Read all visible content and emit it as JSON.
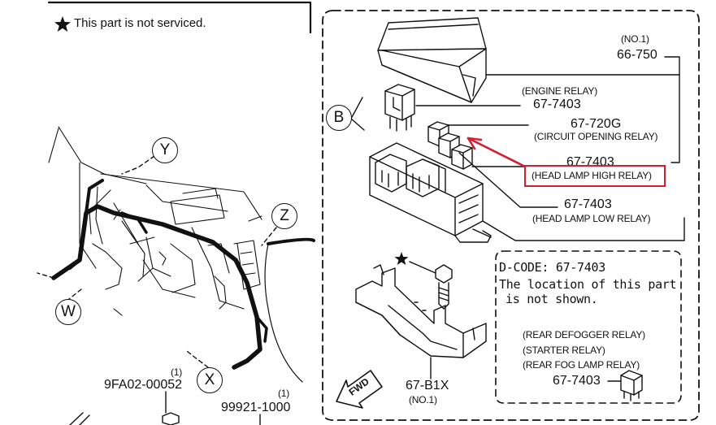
{
  "legend": {
    "star_icon": "star-icon",
    "text": "This part is not serviced."
  },
  "callouts": {
    "b": "B",
    "y": "Y",
    "z": "Z",
    "w": "W",
    "x": "X"
  },
  "fuse_box_cover": {
    "qty": "(NO.1)",
    "part": "66-750"
  },
  "engine_relay": {
    "desc": "(ENGINE RELAY)",
    "part": "67-7403"
  },
  "circuit_opening_relay": {
    "part": "67-720G",
    "desc": "(CIRCUIT OPENING RELAY)"
  },
  "head_lamp_high_relay": {
    "part": "67-7403",
    "desc": "(HEAD LAMP HIGH RELAY)"
  },
  "head_lamp_low_relay": {
    "part": "67-7403",
    "desc": "(HEAD LAMP LOW RELAY)"
  },
  "dcode_box": {
    "code": "D-CODE: 67-7403",
    "note_line1": "The location of this part",
    "note_line2": "is not shown.",
    "relay1": "(REAR DEFOGGER RELAY)",
    "relay2": "(STARTER RELAY)",
    "relay3": "(REAR FOG LAMP RELAY)",
    "part": "67-7403"
  },
  "bracket": {
    "part": "67-B1X",
    "qty": "(NO.1)"
  },
  "fwd_arrow": "FWD",
  "clip": {
    "qty": "(1)",
    "part": "9FA02-00052"
  },
  "bolt": {
    "qty": "(1)",
    "part": "99921-1000"
  },
  "colors": {
    "highlight": "#d41f33",
    "line": "#111111"
  }
}
